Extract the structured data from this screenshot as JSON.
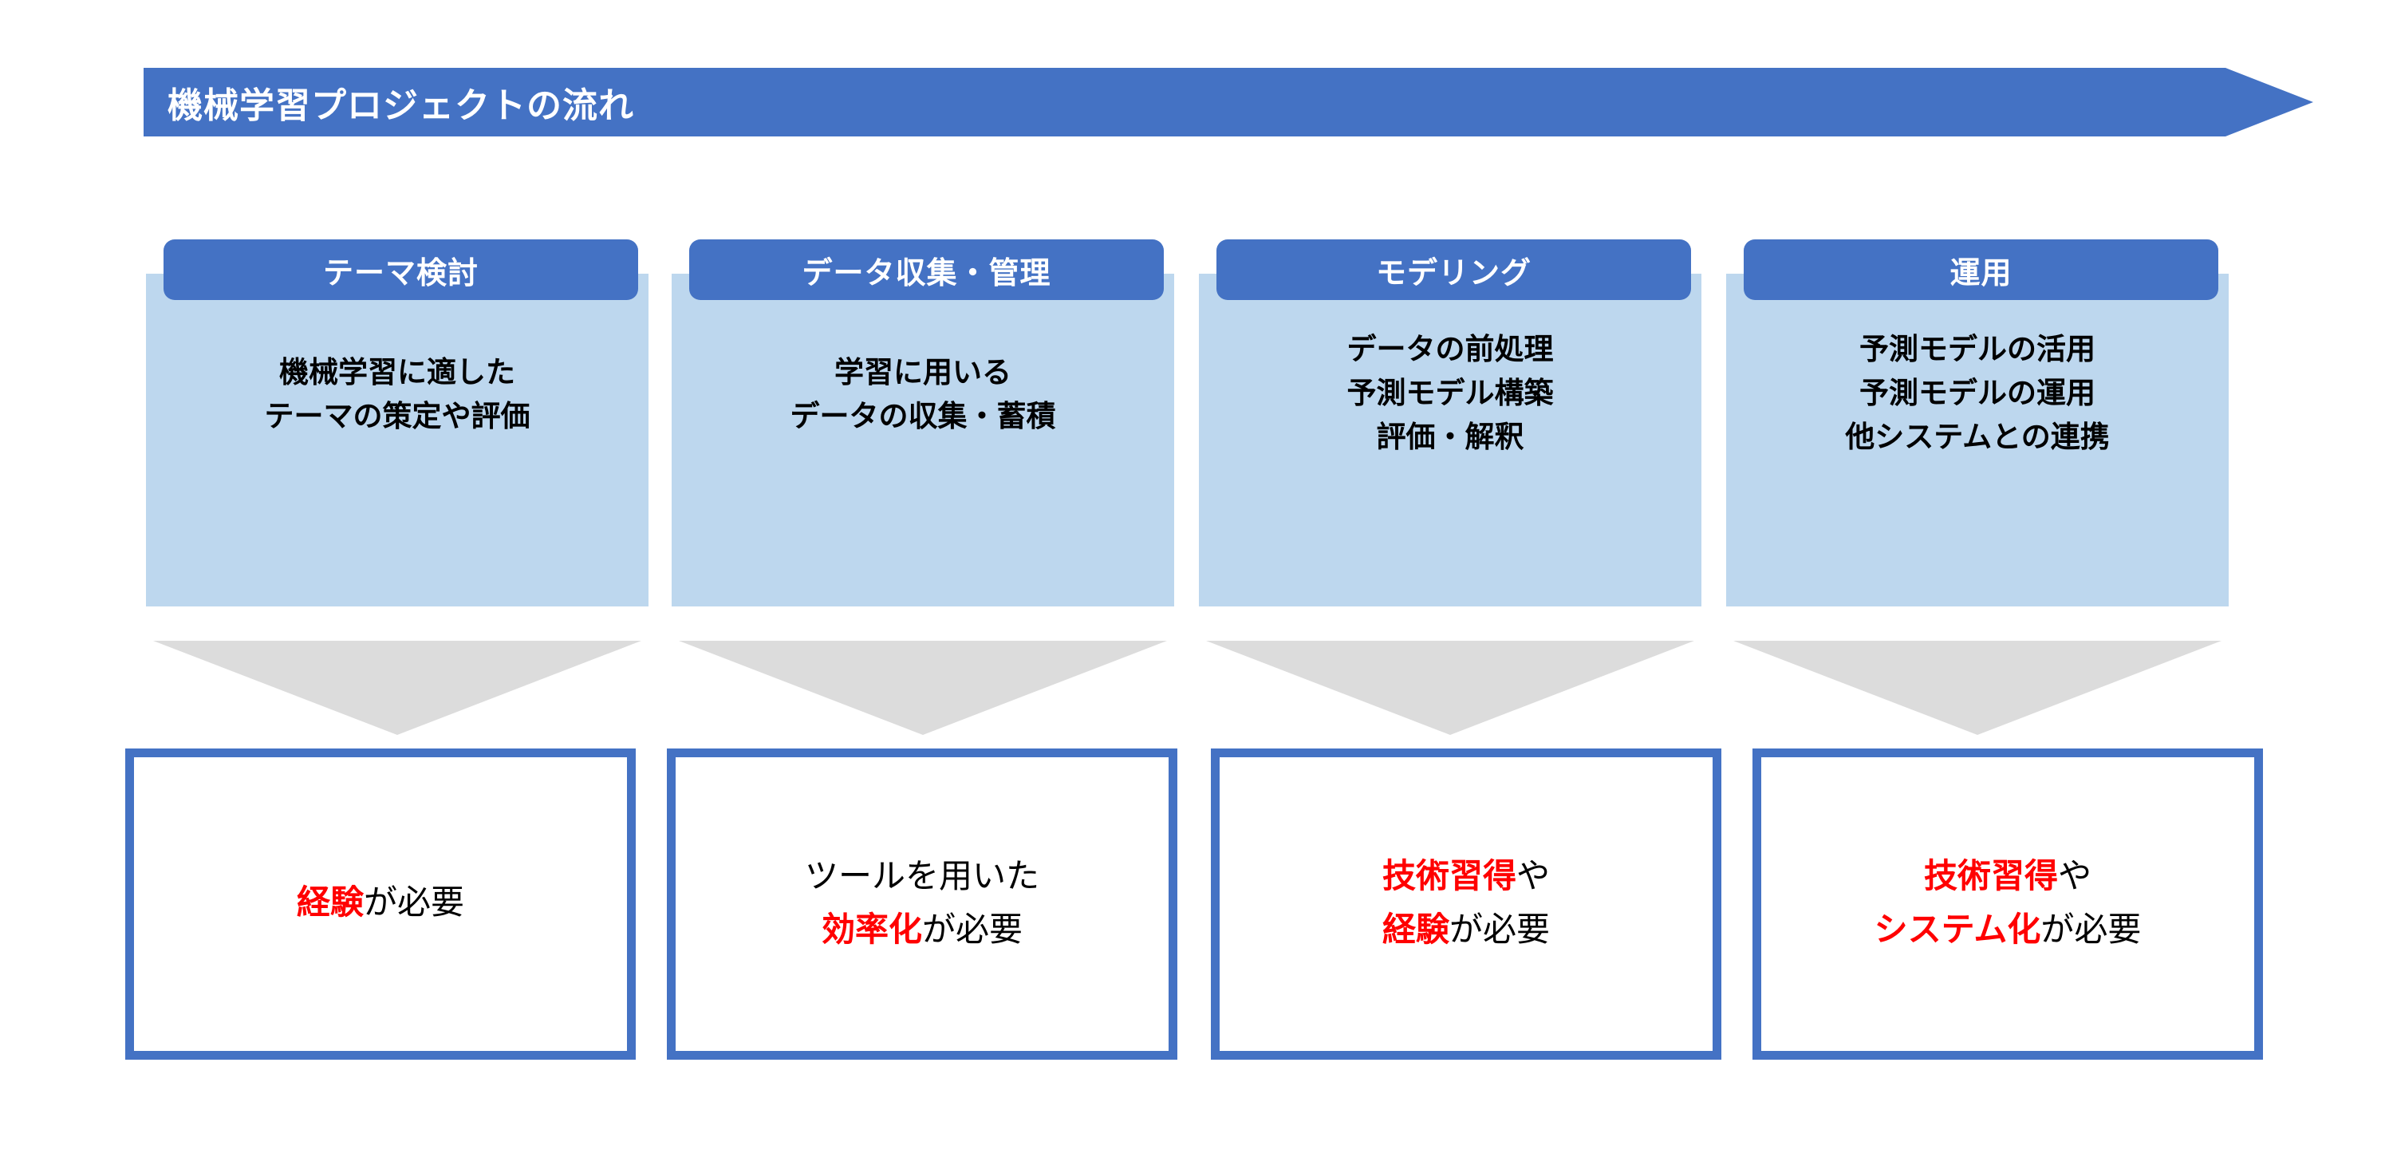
{
  "banner": {
    "title": "機械学習プロジェクトの流れ",
    "shape": "pentagon-arrow-right",
    "fill": "#4472C4",
    "text_color": "#FFFFFF"
  },
  "colors": {
    "accent_blue": "#4472C4",
    "panel_light_blue": "#BDD7EE",
    "arrow_gray": "#DCDCDC",
    "highlight_red": "#FF0000",
    "body_text": "#000000"
  },
  "stages": [
    {
      "tab_label": "テーマ検討",
      "lines": [
        "機械学習に適した",
        "テーマの策定や評価"
      ]
    },
    {
      "tab_label": "データ収集・管理",
      "lines": [
        "学習に用いる",
        "データの収集・蓄積"
      ]
    },
    {
      "tab_label": "モデリング",
      "lines": [
        "データの前処理",
        "予測モデル構築",
        "評価・解釈"
      ]
    },
    {
      "tab_label": "運用",
      "lines": [
        "予測モデルの活用",
        "予測モデルの運用",
        "他システムとの連携"
      ]
    }
  ],
  "arrows": [
    {
      "direction": "down",
      "fill": "#DCDCDC"
    },
    {
      "direction": "down",
      "fill": "#DCDCDC"
    },
    {
      "direction": "down",
      "fill": "#DCDCDC"
    },
    {
      "direction": "down",
      "fill": "#DCDCDC"
    }
  ],
  "conclusions": [
    {
      "lines": [
        [
          {
            "t": "経験",
            "red": true
          },
          {
            "t": "が必要",
            "red": false
          }
        ]
      ]
    },
    {
      "lines": [
        [
          {
            "t": "ツールを用いた",
            "red": false
          }
        ],
        [
          {
            "t": "効率化",
            "red": true
          },
          {
            "t": "が必要",
            "red": false
          }
        ]
      ]
    },
    {
      "lines": [
        [
          {
            "t": "技術習得",
            "red": true
          },
          {
            "t": "や",
            "red": false
          }
        ],
        [
          {
            "t": "経験",
            "red": true
          },
          {
            "t": "が必要",
            "red": false
          }
        ]
      ]
    },
    {
      "lines": [
        [
          {
            "t": "技術習得",
            "red": true
          },
          {
            "t": "や",
            "red": false
          }
        ],
        [
          {
            "t": "システム化",
            "red": true
          },
          {
            "t": "が必要",
            "red": false
          }
        ]
      ]
    }
  ]
}
